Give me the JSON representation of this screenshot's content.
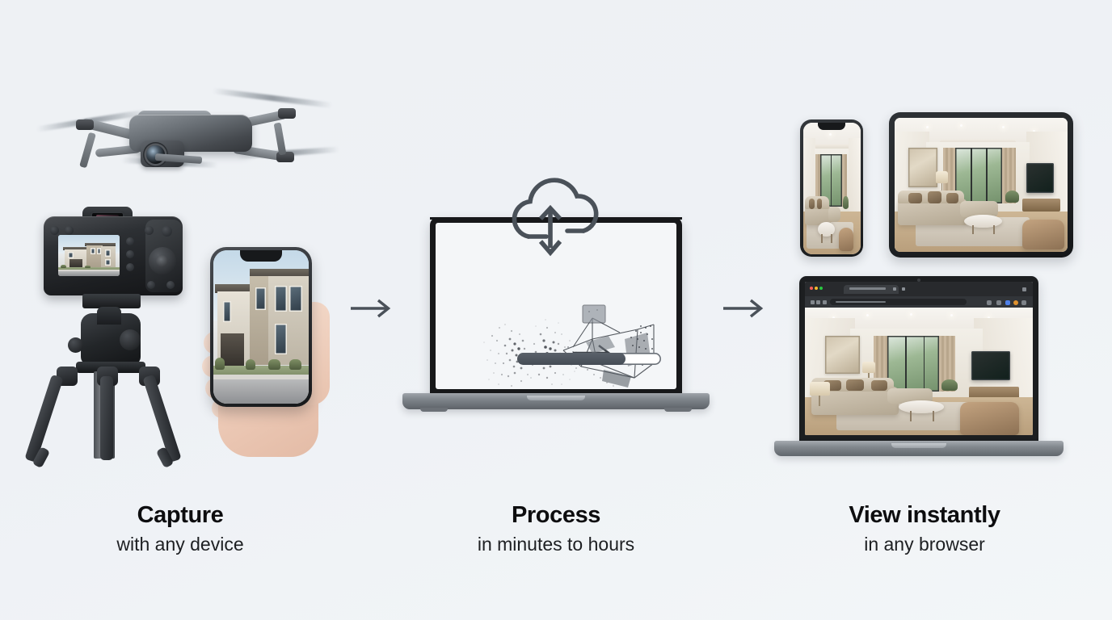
{
  "page": {
    "type": "workflow-infographic",
    "background_color": "#eef1f4",
    "accent_dark": "#4a5159",
    "text_color": "#0d0d0f"
  },
  "steps": [
    {
      "id": "capture",
      "title": "Capture",
      "subtitle": "with any device",
      "devices": [
        {
          "name": "drone",
          "label": "quadcopter drone with camera gimbal"
        },
        {
          "name": "dslr-camera-tripod",
          "label": "DSLR camera on tripod showing house photo"
        },
        {
          "name": "smartphone-in-hand",
          "label": "hand holding smartphone showing house photo"
        }
      ],
      "screen_subject": "modern two-story house exterior"
    },
    {
      "id": "process",
      "title": "Process",
      "subtitle": "in minutes to hours",
      "devices": [
        {
          "name": "processing-laptop",
          "label": "laptop running 3D reconstruction"
        }
      ],
      "cloud_icon": "cloud-sync-icon",
      "stage_left": "point cloud",
      "stage_right": "3D reconstructed mesh",
      "progress_percent": 75
    },
    {
      "id": "view",
      "title": "View instantly",
      "subtitle": "in any browser",
      "devices": [
        {
          "name": "smartphone",
          "label": "phone showing interior tour"
        },
        {
          "name": "tablet",
          "label": "tablet showing interior tour"
        },
        {
          "name": "laptop-browser",
          "label": "laptop browser showing interior tour"
        }
      ],
      "screen_subject": "modern living room interior"
    }
  ],
  "connectors": [
    {
      "name": "arrow-capture-to-process",
      "glyph": "→"
    },
    {
      "name": "arrow-process-to-view",
      "glyph": "→"
    }
  ],
  "browser_chrome": {
    "traffic_lights": [
      "#ff5f57",
      "#febc2e",
      "#28c840"
    ],
    "tab_label": "",
    "address_label": ""
  }
}
